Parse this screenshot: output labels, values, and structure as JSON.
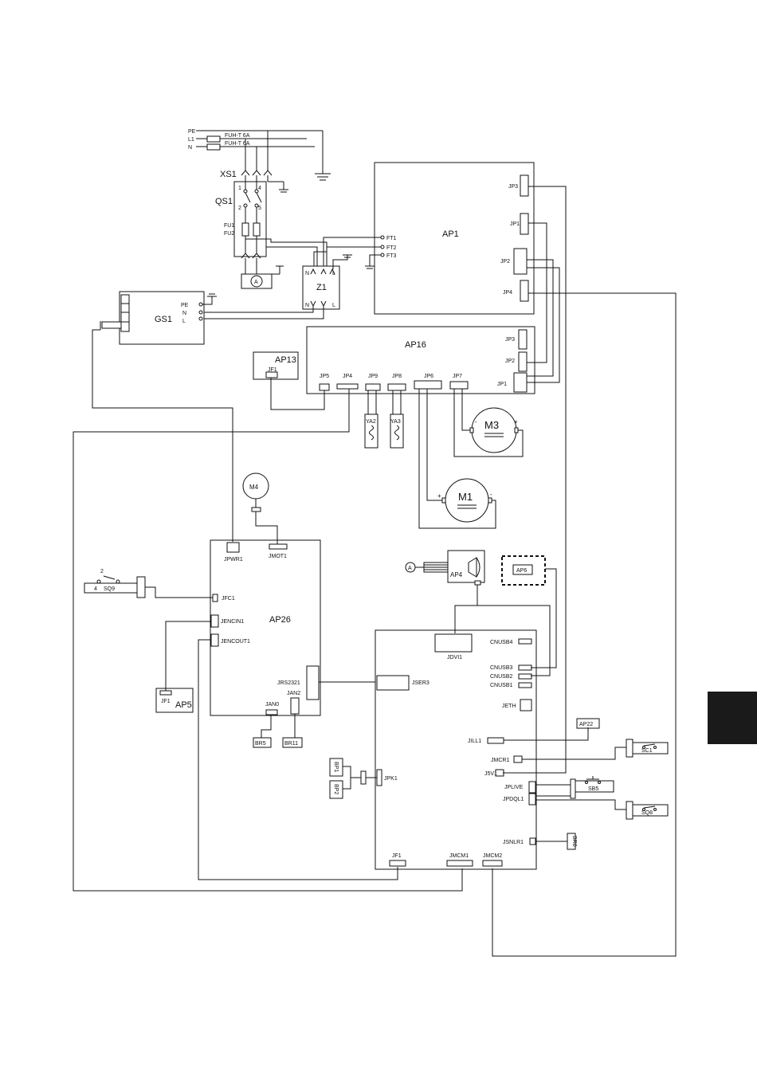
{
  "power": {
    "pe": "PE",
    "l1": "L1",
    "n": "N",
    "fuse1": "FUH-T 6A",
    "fuse2": "FUH-T 6A"
  },
  "xs1": "XS1",
  "qs1": "QS1",
  "fu1": "FU1",
  "fu2": "FU2",
  "qs1_pins": {
    "p1": "1",
    "p2": "2",
    "p4": "4",
    "p5": "5"
  },
  "z1": {
    "label": "Z1",
    "n_top": "N",
    "l_top": "L",
    "n_bot": "N",
    "l_bot": "L"
  },
  "gs1": {
    "label": "GS1",
    "pe": "PE",
    "n": "N",
    "l": "L"
  },
  "ap1": {
    "label": "AP1",
    "jp3": "JP3",
    "jp1": "JP1",
    "jp2": "JP2",
    "jp4": "JP4",
    "ft1": "FT1",
    "ft2": "FT2",
    "ft3": "FT3"
  },
  "ap16": {
    "label": "AP16",
    "jp3": "JP3",
    "jp2": "JP2",
    "jp1": "JP1",
    "jp5": "JP5",
    "jp4": "JP4",
    "jp9": "JP9",
    "jp8": "JP8",
    "jp6": "JP6",
    "jp7": "JP7"
  },
  "ap13": {
    "label": "AP13",
    "jf1": "JF1"
  },
  "ya2": "YA2",
  "ya3": "YA3",
  "m3": {
    "label": "M3",
    "plus": "+",
    "minus": "-"
  },
  "m1": {
    "label": "M1",
    "plus": "+",
    "minus": "-"
  },
  "m4": "M4",
  "ap26": {
    "label": "AP26",
    "jpwr1": "JPWR1",
    "jmot1": "JMOT1",
    "jfc1": "JFC1",
    "jencin1": "JENCIN1",
    "jencout1": "JENCOUT1",
    "jrs2321": "JRS2321",
    "jan2": "JAN2",
    "jan0": "JAN0"
  },
  "sq9": {
    "label": "SQ9",
    "p2": "2",
    "p4": "4"
  },
  "ap5": {
    "label": "AP5",
    "jf1": "JF1"
  },
  "br5": "BR5",
  "br11": "BR11",
  "ap4": "AP4",
  "ap6": "AP6",
  "a_mark": "A",
  "main_board": {
    "jdvi1": "JDVI1",
    "cnusb4": "CNUSB4",
    "cnusb3": "CNUSB3",
    "cnusb2": "CNUSB2",
    "cnusb1": "CNUSB1",
    "jeth": "JETH",
    "jser3": "JSER3",
    "jill1": "JILL1",
    "jmcr1": "JMCR1",
    "j5v1": "J5V1",
    "jplive": "JPLIVE",
    "jpdql1": "JPDQL1",
    "jpk1": "JPK1",
    "jsnlr1": "JSNLR1",
    "jf1": "JF1",
    "jmcm1": "JMCM1",
    "jmcm2": "JMCM2"
  },
  "ap22": "AP22",
  "sc1": "SC1",
  "sb5": "SB5",
  "sq8": "SQ8",
  "br8": "BR8",
  "bp1": "BP1",
  "bp2": "BP2"
}
